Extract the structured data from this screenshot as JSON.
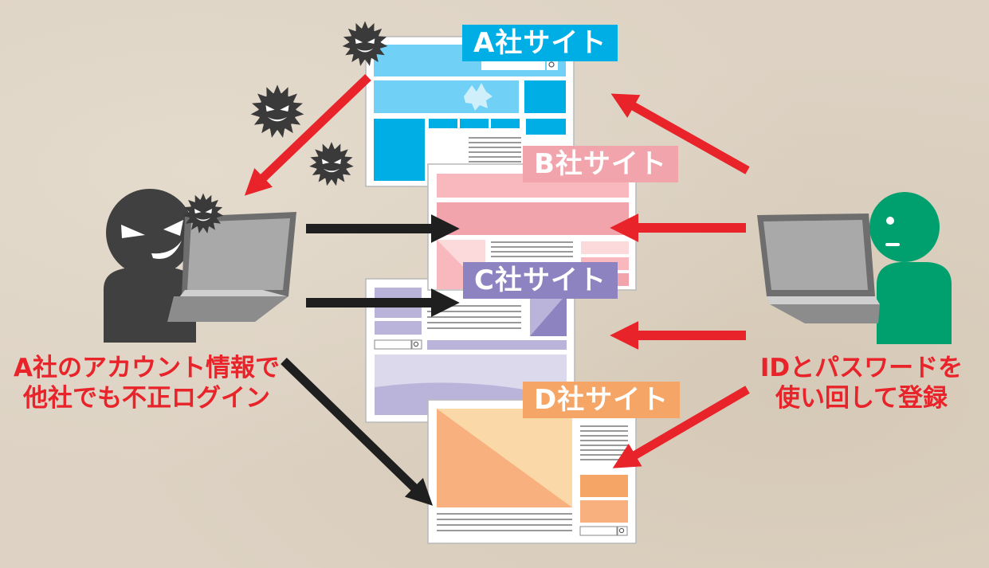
{
  "sites": [
    {
      "label": "A社サイト",
      "color": "#00aee6"
    },
    {
      "label": "B社サイト",
      "color": "#f2a4ac"
    },
    {
      "label": "C社サイト",
      "color": "#8d83c1"
    },
    {
      "label": "D社サイト",
      "color": "#f5a566"
    }
  ],
  "attacker_caption": [
    "A社のアカウント情報で",
    "他社でも不正ログイン"
  ],
  "user_caption": [
    "IDとパスワードを",
    "使い回して登録"
  ],
  "colors": {
    "attacker": "#404040",
    "user": "#00a06e",
    "red_arrow": "#e8232a",
    "black_arrow": "#1f1f1f",
    "virus": "#3a3a3a"
  },
  "icons": [
    "virus-icon",
    "attacker-person-icon",
    "user-person-icon",
    "laptop-icon",
    "search-icon"
  ]
}
